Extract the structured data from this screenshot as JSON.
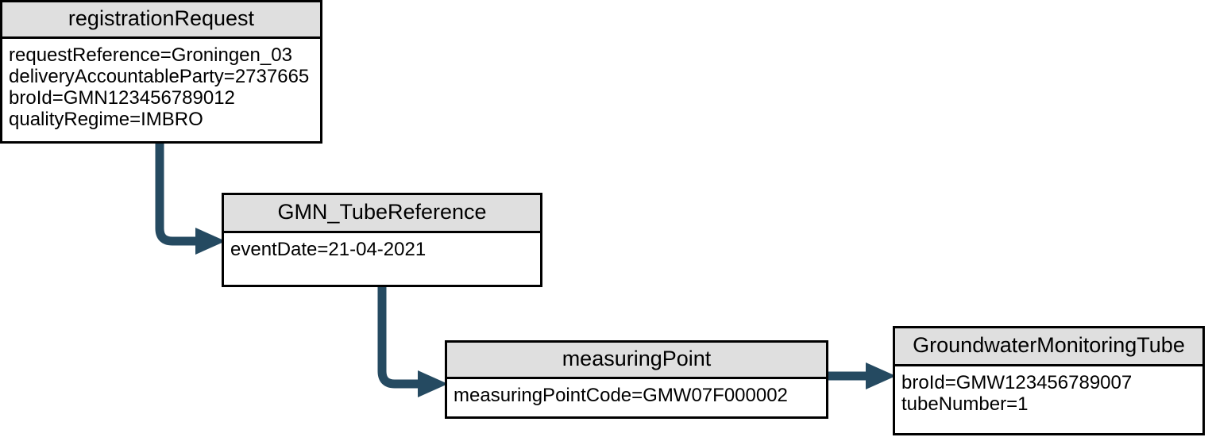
{
  "diagram": {
    "type": "uml-object-diagram",
    "accent_color": "#254A61",
    "header_fill": "#DFDFDF",
    "border_color": "#000000",
    "background": "#FFFFFF"
  },
  "boxes": [
    {
      "id": "registrationRequest",
      "title": "registrationRequest",
      "attributes": [
        "requestReference=Groningen_03",
        "deliveryAccountableParty=2737665",
        "broId=GMN123456789012",
        "qualityRegime=IMBRO"
      ]
    },
    {
      "id": "GMN_TubeReference",
      "title": "GMN_TubeReference",
      "attributes": [
        "eventDate=21-04-2021"
      ]
    },
    {
      "id": "measuringPoint",
      "title": "measuringPoint",
      "attributes": [
        "measuringPointCode=GMW07F000002"
      ]
    },
    {
      "id": "GroundwaterMonitoringTube",
      "title": "GroundwaterMonitoringTube",
      "attributes": [
        "broId=GMW123456789007",
        "tubeNumber=1"
      ]
    }
  ],
  "connectors": [
    {
      "id": "registrationRequest-to-GMN_TubeReference",
      "from": "registrationRequest",
      "to": "GMN_TubeReference",
      "shape": "elbow-down-right"
    },
    {
      "id": "GMN_TubeReference-to-measuringPoint",
      "from": "GMN_TubeReference",
      "to": "measuringPoint",
      "shape": "elbow-down-right"
    },
    {
      "id": "measuringPoint-to-GroundwaterMonitoringTube",
      "from": "measuringPoint",
      "to": "GroundwaterMonitoringTube",
      "shape": "straight-right"
    }
  ]
}
